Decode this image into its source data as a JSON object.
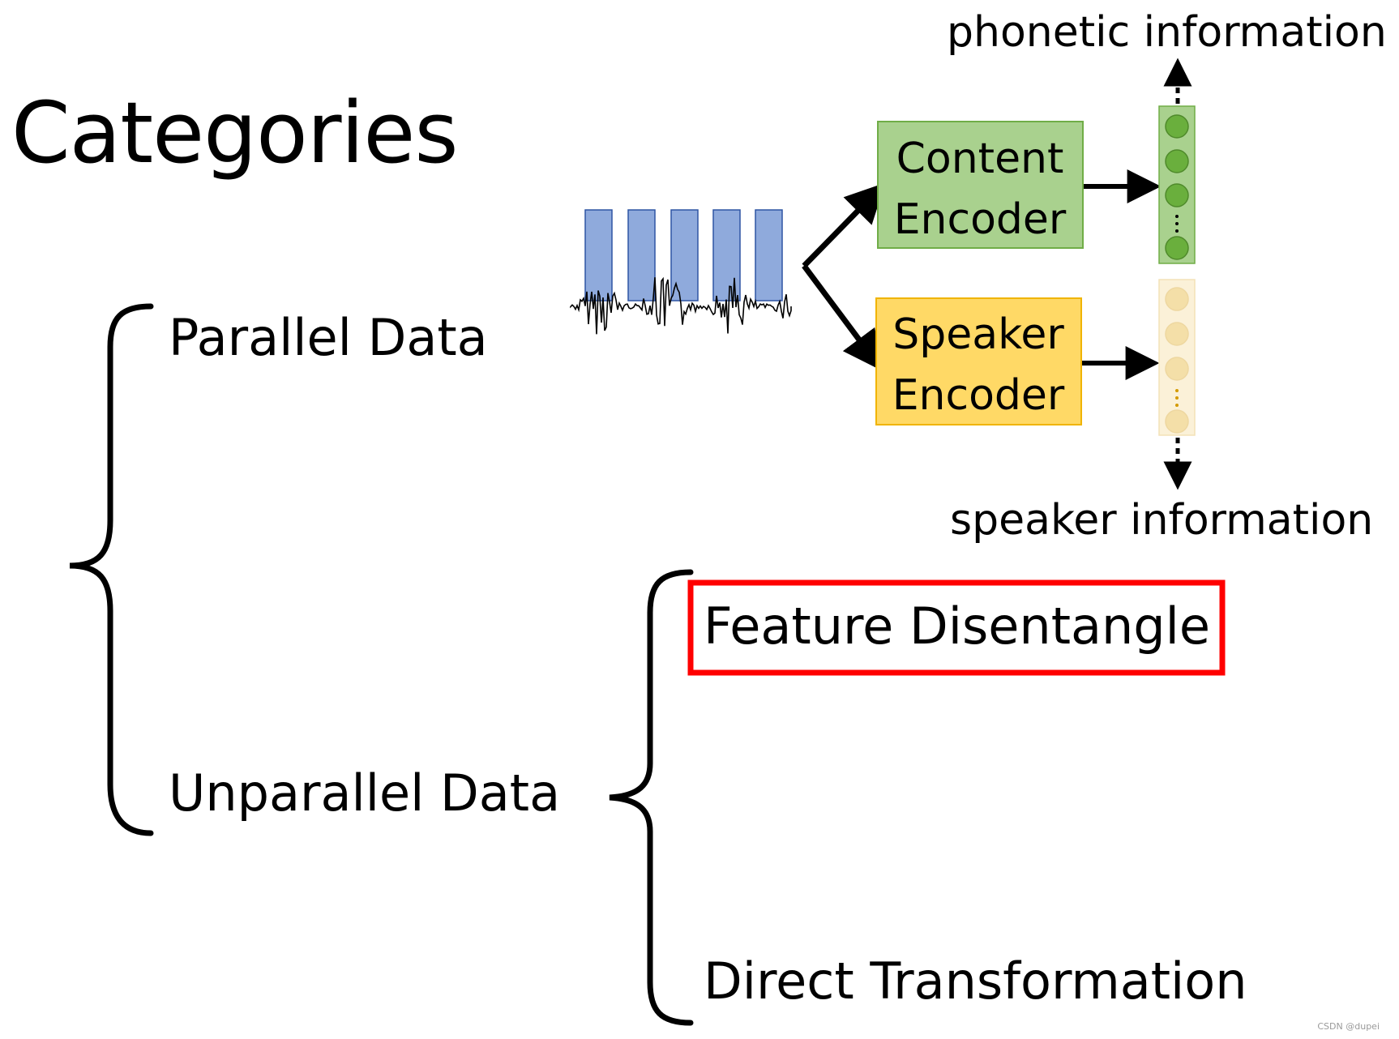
{
  "title": "Categories",
  "categories": {
    "parallel": "Parallel Data",
    "unparallel": "Unparallel Data"
  },
  "methods": {
    "feature_disentangle": "Feature Disentangle",
    "direct_transformation": "Direct Transformation"
  },
  "diagram": {
    "content_encoder": [
      "Content",
      "Encoder"
    ],
    "speaker_encoder": [
      "Speaker",
      "Encoder"
    ],
    "phonetic_info": "phonetic information",
    "speaker_info": "speaker information",
    "content_color": "#a9d18e",
    "speaker_color": "#ffd966",
    "content_dot_color": "#6aaf3d",
    "speaker_dot_color": "#f4dfa8",
    "highlight_color": "#ff0000",
    "spectrogram_color": "#8faadc"
  },
  "watermark": "CSDN @dupei"
}
